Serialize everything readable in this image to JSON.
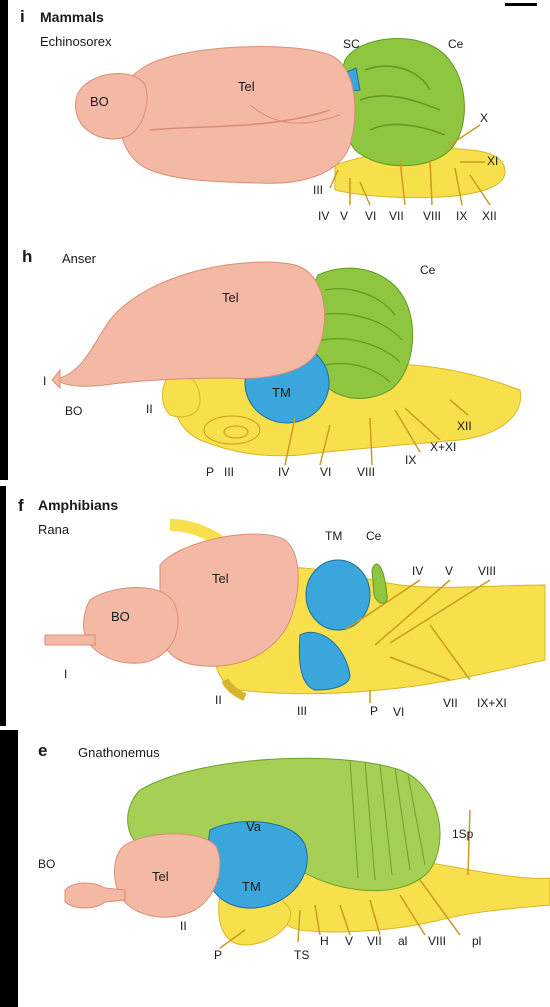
{
  "panels": {
    "i": {
      "letter": "i",
      "group": "Mammals",
      "genus": "Echinosorex",
      "labels": {
        "bo": "BO",
        "tel": "Tel",
        "sc": "SC",
        "ce": "Ce",
        "n3": "III",
        "n4": "IV",
        "n5": "V",
        "n6": "VI",
        "n7": "VII",
        "n8": "VIII",
        "n9": "IX",
        "n10": "X",
        "n11": "XI",
        "n12": "XII"
      }
    },
    "h": {
      "letter": "h",
      "genus": "Anser",
      "labels": {
        "ce": "Ce",
        "tel": "Tel",
        "n1": "I",
        "bo": "BO",
        "n2": "II",
        "tm": "TM",
        "n12": "XII",
        "n9": "IX",
        "n1011": "X+XI",
        "p": "P",
        "n3": "III",
        "n4": "IV",
        "n6": "VI",
        "n8": "VIII"
      }
    },
    "f": {
      "letter": "f",
      "group": "Amphibians",
      "genus": "Rana",
      "labels": {
        "tm": "TM",
        "ce": "Ce",
        "tel": "Tel",
        "n4": "IV",
        "n5": "V",
        "n8": "VIII",
        "bo": "BO",
        "n1": "I",
        "n2": "II",
        "n3": "III",
        "p": "P",
        "n6": "VI",
        "n7": "VII",
        "n911": "IX+XI"
      }
    },
    "e": {
      "letter": "e",
      "genus": "Gnathonemus",
      "labels": {
        "va": "Va",
        "sp1": "1Sp",
        "bo": "BO",
        "tel": "Tel",
        "tm": "TM",
        "n2": "II",
        "p": "P",
        "ts": "TS",
        "h": "H",
        "n5": "V",
        "n7": "VII",
        "al": "al",
        "n8": "VIII",
        "pl": "pl"
      }
    }
  },
  "colors": {
    "telencephalon": "#f4b9a4",
    "cerebellum": "#8ec63f",
    "brainstem": "#f7e04b",
    "tectum": "#3aa6dc",
    "valvula": "#a6cf55"
  }
}
